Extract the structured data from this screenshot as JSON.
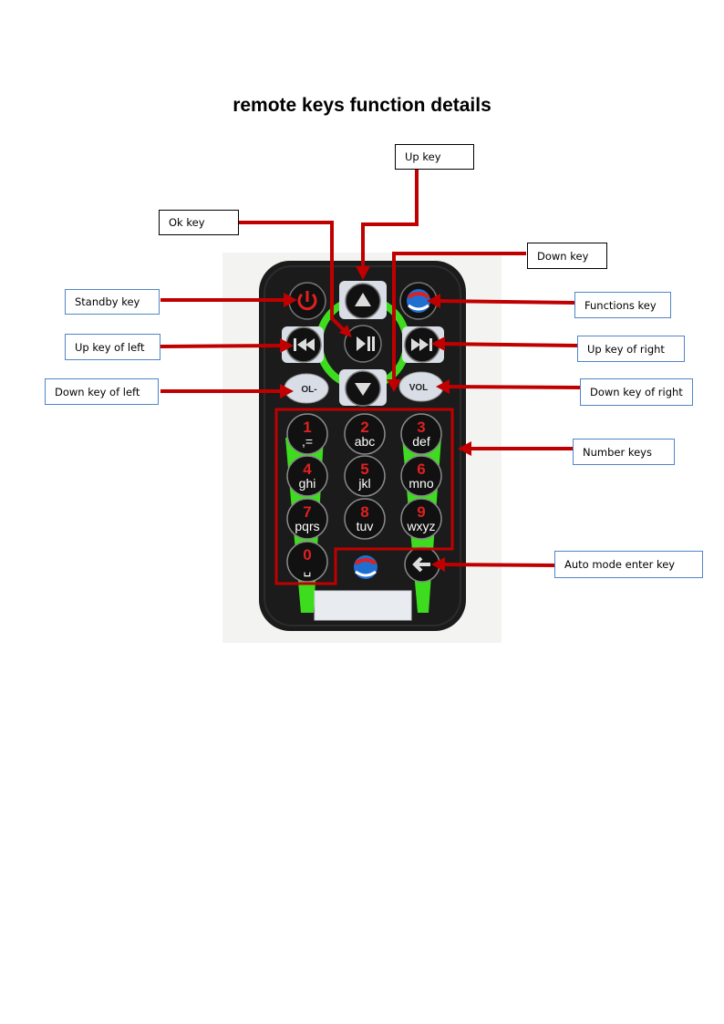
{
  "title": "remote keys function details",
  "labels": {
    "up_key": "Up key",
    "ok_key": "Ok key",
    "down_key": "Down key",
    "standby_key": "Standby key",
    "functions_key": "Functions key",
    "up_key_left": "Up key of left",
    "up_key_right": "Up key of right",
    "down_key_left": "Down key of left",
    "down_key_right": "Down key of right",
    "number_keys": "Number keys",
    "auto_mode_enter_key": "Auto mode enter key"
  },
  "remote": {
    "vol_minus": "OL-",
    "vol_plus": "VOL",
    "number_keys": [
      {
        "digit": "1",
        "letters": ",="
      },
      {
        "digit": "2",
        "letters": "abc"
      },
      {
        "digit": "3",
        "letters": "def"
      },
      {
        "digit": "4",
        "letters": "ghi"
      },
      {
        "digit": "5",
        "letters": "jkl"
      },
      {
        "digit": "6",
        "letters": "mno"
      },
      {
        "digit": "7",
        "letters": "pqrs"
      },
      {
        "digit": "8",
        "letters": "tuv"
      },
      {
        "digit": "9",
        "letters": "wxyz"
      },
      {
        "digit": "0",
        "letters": "␣"
      }
    ]
  },
  "colors": {
    "arrow": "#c00000",
    "remote_body": "#1b1b1b",
    "accent_green": "#3ddc1e",
    "digit_red": "#e02020"
  }
}
